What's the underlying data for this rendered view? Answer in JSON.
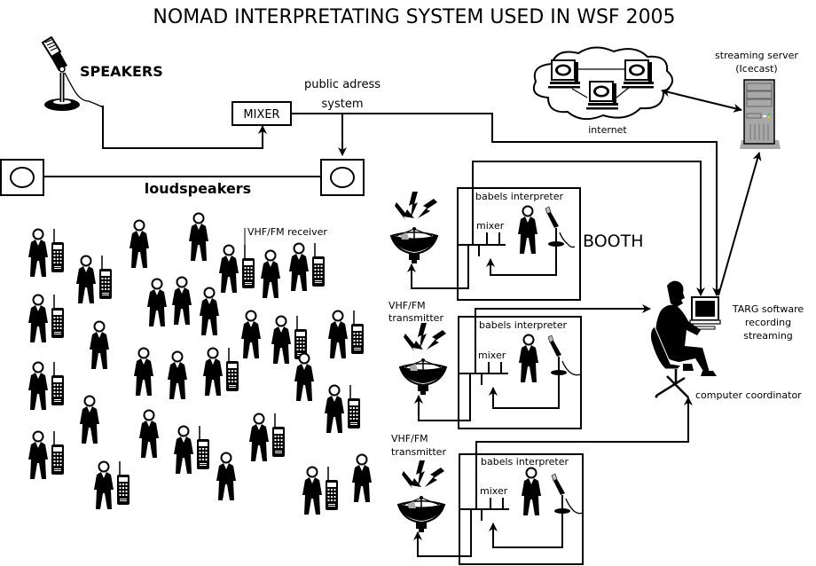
{
  "title": "NOMAD INTERPRETATING SYSTEM USED IN WSF 2005",
  "speakers": {
    "label": "SPEAKERS",
    "icon": "microphone-icon"
  },
  "mixer": {
    "label": "MIXER"
  },
  "public_address": {
    "line1": "public adress",
    "line2": "system"
  },
  "loudspeakers": {
    "label": "loudspeakers",
    "count": 2,
    "icon": "loudspeaker-icon"
  },
  "internet": {
    "label": "internet",
    "icon": "cloud-network-icon",
    "computers": 3
  },
  "streaming_server": {
    "line1": "streaming server",
    "line2": "(Icecast)",
    "icon": "server-tower-icon"
  },
  "audience": {
    "receiver_label": "VHF/FM receiver",
    "icon": "person-icon",
    "device_icon": "radio-receiver-icon"
  },
  "booth_label": "BOOTH",
  "booths": [
    {
      "interpreter_label": "babels interpreter",
      "mixer_label": "mixer",
      "transmitter_label_1": "",
      "transmitter_label_2": ""
    },
    {
      "interpreter_label": "babels interpreter",
      "mixer_label": "mixer",
      "transmitter_label_1": "VHF/FM",
      "transmitter_label_2": "transmitter"
    },
    {
      "interpreter_label": "babels interpreter",
      "mixer_label": "mixer",
      "transmitter_label_1": "VHF/FM",
      "transmitter_label_2": "transmitter"
    }
  ],
  "coordinator": {
    "software_line1": "TARG software",
    "software_line2": "recording",
    "software_line3": "streaming",
    "label": "computer coordinator"
  },
  "colors": {
    "ink": "#000000",
    "background": "#ffffff",
    "server_gray": "#a8a8a8",
    "led_green": "#33cc33",
    "led_yellow": "#e6d200"
  }
}
